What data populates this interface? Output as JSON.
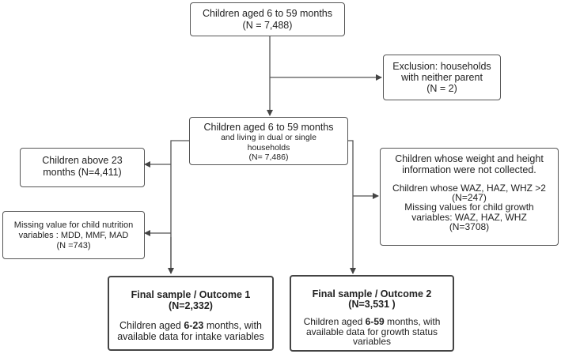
{
  "nodes": {
    "start": {
      "line1": "Children aged 6 to 59 months",
      "line2": "(N = 7,488)"
    },
    "exclusion": {
      "line1": "Exclusion: households",
      "line2": "with neither parent",
      "line3": "(N = 2)"
    },
    "middle": {
      "line1": "Children aged 6 to 59 months",
      "line2": "and living in dual or single",
      "line3": "households",
      "line4": "(N= 7,486)"
    },
    "above23": {
      "line1": "Children above 23",
      "line2": "months (N=4,411)"
    },
    "missing_nutrition": {
      "line1": "Missing value for child nutrition",
      "line2": "variables : MDD, MMF, MAD",
      "line3": "(N =743)"
    },
    "missing_growth": {
      "line1": "Children whose weight and height",
      "line2": "information were not collected.",
      "line3": "Children whose WAZ, HAZ, WHZ  >2",
      "line4": "(N=247)",
      "line5": "Missing values for child growth",
      "line6": "variables: WAZ, HAZ, WHZ",
      "line7": "(N=3708)"
    },
    "final1": {
      "title": "Final sample / Outcome 1",
      "n": "(N=2,332)",
      "desc_pre": "Children  aged ",
      "desc_bold": "6-23",
      "desc_post": " months, with",
      "desc_line2": "available data for intake  variables"
    },
    "final2": {
      "title": "Final sample / Outcome 2",
      "n": "(N=3,531 )",
      "desc_pre": "Children  aged ",
      "desc_bold": "6-59",
      "desc_post": " months, with",
      "desc_line2": "available data for growth status",
      "desc_line3": "variables"
    }
  }
}
